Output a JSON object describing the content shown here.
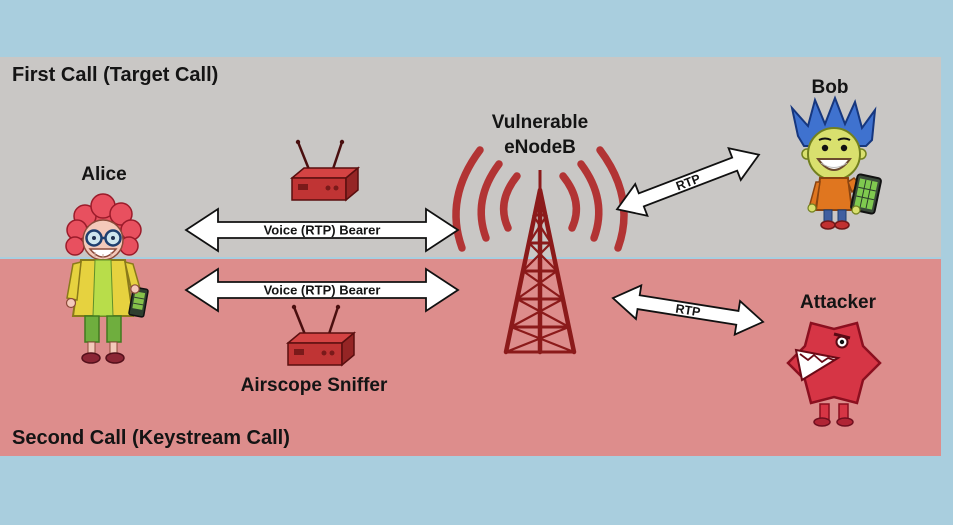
{
  "bands": {
    "first": "First Call (Target Call)",
    "second": "Second Call (Keystream  Call)"
  },
  "labels": {
    "alice": "Alice",
    "bob": "Bob",
    "attacker": "Attacker",
    "enodeb_line1": "Vulnerable",
    "enodeb_line2": "eNodeB",
    "sniffer": "Airscope Sniffer"
  },
  "arrows": {
    "bearer_first": "Voice (RTP) Bearer",
    "bearer_second": "Voice (RTP) Bearer",
    "rtp_bob": "RTP",
    "rtp_attacker": "RTP"
  },
  "colors": {
    "background": "#a9cede",
    "first_call_band": "#c9c7c5",
    "second_call_band": "#dd8d8c",
    "arrow_fill": "#ffffff",
    "tower_red": "#8b1a1a",
    "wave_red": "#b23434"
  }
}
